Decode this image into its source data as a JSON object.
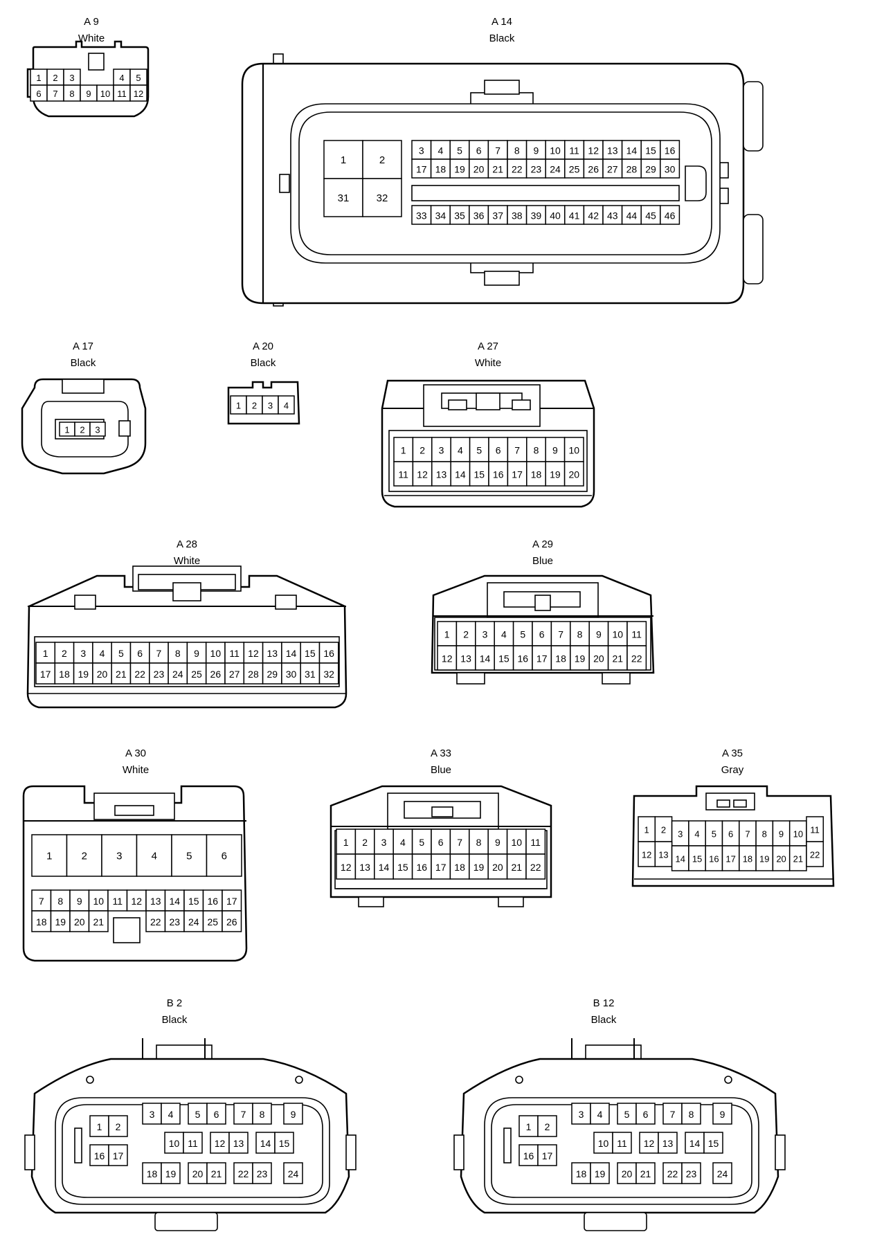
{
  "connectors": [
    {
      "id": "A9",
      "code": "A 9",
      "color": "White",
      "rows": [
        [
          "1",
          "2",
          "3",
          "",
          "",
          "4",
          "5"
        ],
        [
          "6",
          "7",
          "8",
          "9",
          "10",
          "11",
          "12"
        ]
      ]
    },
    {
      "id": "A14",
      "code": "A 14",
      "color": "Black",
      "large": [
        [
          "1",
          "2"
        ],
        [
          "31",
          "32"
        ]
      ],
      "rows": [
        [
          "3",
          "4",
          "5",
          "6",
          "7",
          "8",
          "9",
          "10",
          "11",
          "12",
          "13",
          "14",
          "15",
          "16"
        ],
        [
          "17",
          "18",
          "19",
          "20",
          "21",
          "22",
          "23",
          "24",
          "25",
          "26",
          "27",
          "28",
          "29",
          "30"
        ],
        [
          "33",
          "34",
          "35",
          "36",
          "37",
          "38",
          "39",
          "40",
          "41",
          "42",
          "43",
          "44",
          "45",
          "46"
        ]
      ]
    },
    {
      "id": "A17",
      "code": "A 17",
      "color": "Black",
      "rows": [
        [
          "1",
          "2",
          "3"
        ]
      ]
    },
    {
      "id": "A20",
      "code": "A 20",
      "color": "Black",
      "rows": [
        [
          "1",
          "2",
          "3",
          "4"
        ]
      ]
    },
    {
      "id": "A27",
      "code": "A 27",
      "color": "White",
      "rows": [
        [
          "1",
          "2",
          "3",
          "4",
          "5",
          "6",
          "7",
          "8",
          "9",
          "10"
        ],
        [
          "11",
          "12",
          "13",
          "14",
          "15",
          "16",
          "17",
          "18",
          "19",
          "20"
        ]
      ]
    },
    {
      "id": "A28",
      "code": "A 28",
      "color": "White",
      "rows": [
        [
          "1",
          "2",
          "3",
          "4",
          "5",
          "6",
          "7",
          "8",
          "9",
          "10",
          "11",
          "12",
          "13",
          "14",
          "15",
          "16"
        ],
        [
          "17",
          "18",
          "19",
          "20",
          "21",
          "22",
          "23",
          "24",
          "25",
          "26",
          "27",
          "28",
          "29",
          "30",
          "31",
          "32"
        ]
      ]
    },
    {
      "id": "A29",
      "code": "A 29",
      "color": "Blue",
      "rows": [
        [
          "1",
          "2",
          "3",
          "4",
          "5",
          "6",
          "7",
          "8",
          "9",
          "10",
          "11"
        ],
        [
          "12",
          "13",
          "14",
          "15",
          "16",
          "17",
          "18",
          "19",
          "20",
          "21",
          "22"
        ]
      ]
    },
    {
      "id": "A30",
      "code": "A 30",
      "color": "White",
      "large": [
        [
          "1",
          "2",
          "3",
          "4",
          "5",
          "6"
        ]
      ],
      "rows": [
        [
          "7",
          "8",
          "9",
          "10",
          "11",
          "12",
          "13",
          "14",
          "15",
          "16",
          "17"
        ],
        [
          "18",
          "19",
          "20",
          "21",
          "",
          "22",
          "23",
          "24",
          "25",
          "26"
        ]
      ]
    },
    {
      "id": "A33",
      "code": "A 33",
      "color": "Blue",
      "rows": [
        [
          "1",
          "2",
          "3",
          "4",
          "5",
          "6",
          "7",
          "8",
          "9",
          "10",
          "11"
        ],
        [
          "12",
          "13",
          "14",
          "15",
          "16",
          "17",
          "18",
          "19",
          "20",
          "21",
          "22"
        ]
      ]
    },
    {
      "id": "A35",
      "code": "A 35",
      "color": "Gray",
      "rows": [
        [
          "1",
          "2",
          "3",
          "4",
          "5",
          "6",
          "7",
          "8",
          "9",
          "10",
          "11"
        ],
        [
          "12",
          "13",
          "14",
          "15",
          "16",
          "17",
          "18",
          "19",
          "20",
          "21",
          "22"
        ]
      ]
    },
    {
      "id": "B2",
      "code": "B 2",
      "color": "Black",
      "groups": [
        [
          "1",
          "2",
          "16",
          "17"
        ],
        [
          "3",
          "4"
        ],
        [
          "5",
          "6"
        ],
        [
          "7",
          "8"
        ],
        [
          "9"
        ],
        [
          "10",
          "11"
        ],
        [
          "12",
          "13"
        ],
        [
          "14",
          "15"
        ],
        [
          "18",
          "19"
        ],
        [
          "20",
          "21"
        ],
        [
          "22",
          "23"
        ],
        [
          "24"
        ]
      ]
    },
    {
      "id": "B12",
      "code": "B 12",
      "color": "Black",
      "groups": [
        [
          "1",
          "2",
          "16",
          "17"
        ],
        [
          "3",
          "4"
        ],
        [
          "5",
          "6"
        ],
        [
          "7",
          "8"
        ],
        [
          "9"
        ],
        [
          "10",
          "11"
        ],
        [
          "12",
          "13"
        ],
        [
          "14",
          "15"
        ],
        [
          "18",
          "19"
        ],
        [
          "20",
          "21"
        ],
        [
          "22",
          "23"
        ],
        [
          "24"
        ]
      ]
    }
  ]
}
